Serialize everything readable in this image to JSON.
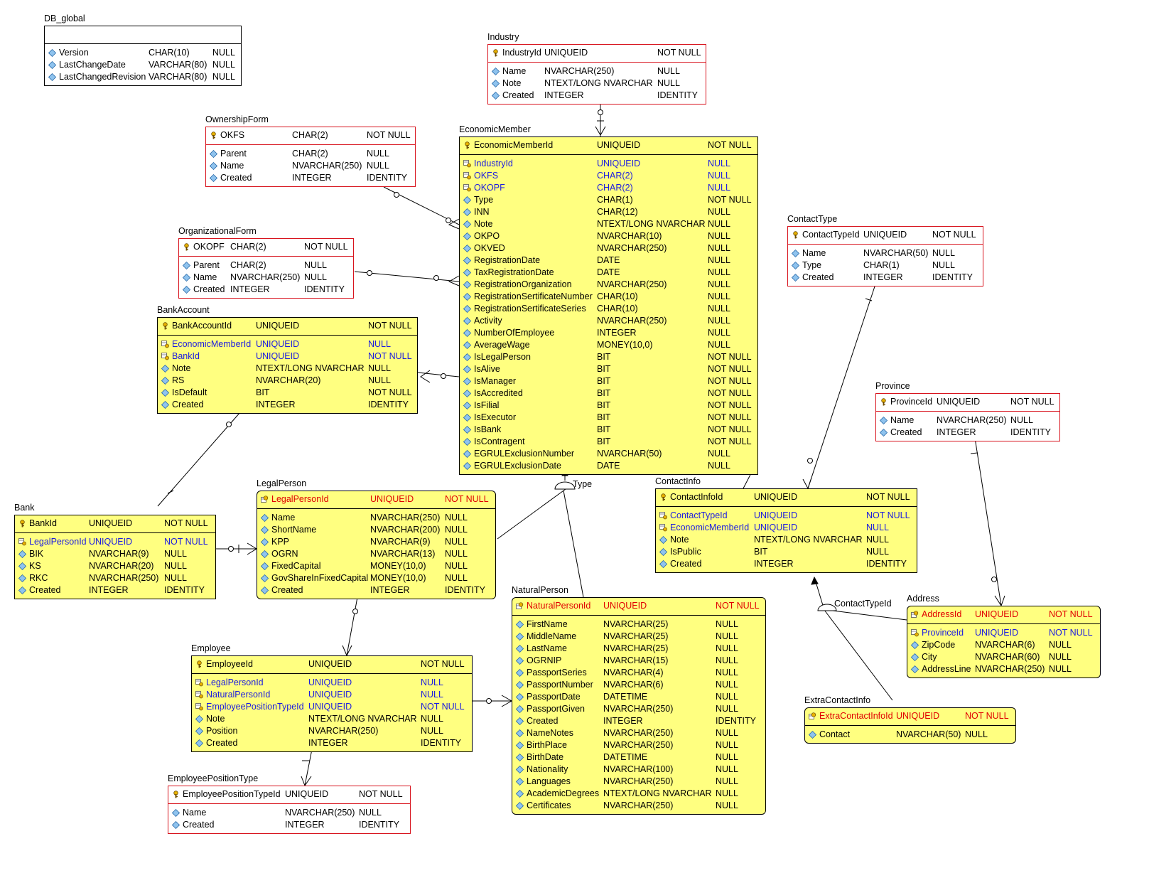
{
  "colors": {
    "yellow": "#ffff80",
    "red_border": "#d8141e",
    "fk_blue": "#1c1ce0",
    "pk_red": "#e00000"
  },
  "relation_labels": {
    "type": "Type",
    "contact_type_id": "ContactTypeId"
  },
  "tables": {
    "db_global": {
      "name": "DB_global",
      "pk": [],
      "fields": [
        {
          "n": "Version",
          "t": "CHAR(10)",
          "nl": "NULL",
          "icon": "attr-icon"
        },
        {
          "n": "LastChangeDate",
          "t": "VARCHAR(80)",
          "nl": "NULL",
          "icon": "attr-icon"
        },
        {
          "n": "LastChangedRevision",
          "t": "VARCHAR(80)",
          "nl": "NULL",
          "icon": "attr-icon"
        }
      ]
    },
    "industry": {
      "name": "Industry",
      "pk": [
        {
          "n": "IndustryId",
          "t": "UNIQUEID",
          "nl": "NOT NULL",
          "icon": "key-icon"
        }
      ],
      "fields": [
        {
          "n": "Name",
          "t": "NVARCHAR(250)",
          "nl": "NULL",
          "icon": "attr-icon"
        },
        {
          "n": "Note",
          "t": "NTEXT/LONG NVARCHAR",
          "nl": "NULL",
          "icon": "attr-icon"
        },
        {
          "n": "Created",
          "t": "INTEGER",
          "nl": "IDENTITY",
          "icon": "attr-icon"
        }
      ]
    },
    "ownership_form": {
      "name": "OwnershipForm",
      "pk": [
        {
          "n": "OKFS",
          "t": "CHAR(2)",
          "nl": "NOT NULL",
          "icon": "key-icon"
        }
      ],
      "fields": [
        {
          "n": "Parent",
          "t": "CHAR(2)",
          "nl": "NULL",
          "icon": "attr-icon"
        },
        {
          "n": "Name",
          "t": "NVARCHAR(250)",
          "nl": "NULL",
          "icon": "attr-icon"
        },
        {
          "n": "Created",
          "t": "INTEGER",
          "nl": "IDENTITY",
          "icon": "attr-icon"
        }
      ]
    },
    "organizational_form": {
      "name": "OrganizationalForm",
      "pk": [
        {
          "n": "OKOPF",
          "t": "CHAR(2)",
          "nl": "NOT NULL",
          "icon": "key-icon"
        }
      ],
      "fields": [
        {
          "n": "Parent",
          "t": "CHAR(2)",
          "nl": "NULL",
          "icon": "attr-icon"
        },
        {
          "n": "Name",
          "t": "NVARCHAR(250)",
          "nl": "NULL",
          "icon": "attr-icon"
        },
        {
          "n": "Created",
          "t": "INTEGER",
          "nl": "IDENTITY",
          "icon": "attr-icon"
        }
      ]
    },
    "bank_account": {
      "name": "BankAccount",
      "pk": [
        {
          "n": "BankAccountId",
          "t": "UNIQUEID",
          "nl": "NOT NULL",
          "icon": "key-icon"
        }
      ],
      "fields": [
        {
          "n": "EconomicMemberId",
          "t": "UNIQUEID",
          "nl": "NULL",
          "icon": "fk-icon",
          "c": "blue"
        },
        {
          "n": "BankId",
          "t": "UNIQUEID",
          "nl": "NOT NULL",
          "icon": "fk-icon",
          "c": "blue"
        },
        {
          "n": "Note",
          "t": "NTEXT/LONG NVARCHAR",
          "nl": "NULL",
          "icon": "attr-icon"
        },
        {
          "n": "RS",
          "t": "NVARCHAR(20)",
          "nl": "NULL",
          "icon": "attr-icon"
        },
        {
          "n": "IsDefault",
          "t": "BIT",
          "nl": "NOT NULL",
          "icon": "attr-icon"
        },
        {
          "n": "Created",
          "t": "INTEGER",
          "nl": "IDENTITY",
          "icon": "attr-icon"
        }
      ]
    },
    "economic_member": {
      "name": "EconomicMember",
      "pk": [
        {
          "n": "EconomicMemberId",
          "t": "UNIQUEID",
          "nl": "NOT NULL",
          "icon": "key-icon"
        }
      ],
      "fields": [
        {
          "n": "IndustryId",
          "t": "UNIQUEID",
          "nl": "NULL",
          "icon": "fk-icon",
          "c": "blue"
        },
        {
          "n": "OKFS",
          "t": "CHAR(2)",
          "nl": "NULL",
          "icon": "fk-icon",
          "c": "blue"
        },
        {
          "n": "OKOPF",
          "t": "CHAR(2)",
          "nl": "NULL",
          "icon": "fk-icon",
          "c": "blue"
        },
        {
          "n": "Type",
          "t": "CHAR(1)",
          "nl": "NOT NULL",
          "icon": "attr-icon"
        },
        {
          "n": "INN",
          "t": "CHAR(12)",
          "nl": "NULL",
          "icon": "attr-icon"
        },
        {
          "n": "Note",
          "t": "NTEXT/LONG NVARCHAR",
          "nl": "NULL",
          "icon": "attr-icon"
        },
        {
          "n": "OKPO",
          "t": "NVARCHAR(10)",
          "nl": "NULL",
          "icon": "attr-icon"
        },
        {
          "n": "OKVED",
          "t": "NVARCHAR(250)",
          "nl": "NULL",
          "icon": "attr-icon"
        },
        {
          "n": "RegistrationDate",
          "t": "DATE",
          "nl": "NULL",
          "icon": "attr-icon"
        },
        {
          "n": "TaxRegistrationDate",
          "t": "DATE",
          "nl": "NULL",
          "icon": "attr-icon"
        },
        {
          "n": "RegistrationOrganization",
          "t": "NVARCHAR(250)",
          "nl": "NULL",
          "icon": "attr-icon"
        },
        {
          "n": "RegistrationSertificateNumber",
          "t": "CHAR(10)",
          "nl": "NULL",
          "icon": "attr-icon"
        },
        {
          "n": "RegistrationSertificateSeries",
          "t": "CHAR(10)",
          "nl": "NULL",
          "icon": "attr-icon"
        },
        {
          "n": "Activity",
          "t": "NVARCHAR(250)",
          "nl": "NULL",
          "icon": "attr-icon"
        },
        {
          "n": "NumberOfEmployee",
          "t": "INTEGER",
          "nl": "NULL",
          "icon": "attr-icon"
        },
        {
          "n": "AverageWage",
          "t": "MONEY(10,0)",
          "nl": "NULL",
          "icon": "attr-icon"
        },
        {
          "n": "IsLegalPerson",
          "t": "BIT",
          "nl": "NOT NULL",
          "icon": "attr-icon"
        },
        {
          "n": "IsAlive",
          "t": "BIT",
          "nl": "NOT NULL",
          "icon": "attr-icon"
        },
        {
          "n": "IsManager",
          "t": "BIT",
          "nl": "NOT NULL",
          "icon": "attr-icon"
        },
        {
          "n": "IsAccredited",
          "t": "BIT",
          "nl": "NOT NULL",
          "icon": "attr-icon"
        },
        {
          "n": "IsFilial",
          "t": "BIT",
          "nl": "NOT NULL",
          "icon": "attr-icon"
        },
        {
          "n": "IsExecutor",
          "t": "BIT",
          "nl": "NOT NULL",
          "icon": "attr-icon"
        },
        {
          "n": "IsBank",
          "t": "BIT",
          "nl": "NOT NULL",
          "icon": "attr-icon"
        },
        {
          "n": "IsContragent",
          "t": "BIT",
          "nl": "NOT NULL",
          "icon": "attr-icon"
        },
        {
          "n": "EGRULExclusionNumber",
          "t": "NVARCHAR(50)",
          "nl": "NULL",
          "icon": "attr-icon"
        },
        {
          "n": "EGRULExclusionDate",
          "t": "DATE",
          "nl": "NULL",
          "icon": "attr-icon"
        }
      ]
    },
    "contact_type": {
      "name": "ContactType",
      "pk": [
        {
          "n": "ContactTypeId",
          "t": "UNIQUEID",
          "nl": "NOT NULL",
          "icon": "key-icon"
        }
      ],
      "fields": [
        {
          "n": "Name",
          "t": "NVARCHAR(50)",
          "nl": "NULL",
          "icon": "attr-icon"
        },
        {
          "n": "Type",
          "t": "CHAR(1)",
          "nl": "NULL",
          "icon": "attr-icon"
        },
        {
          "n": "Created",
          "t": "INTEGER",
          "nl": "IDENTITY",
          "icon": "attr-icon"
        }
      ]
    },
    "province": {
      "name": "Province",
      "pk": [
        {
          "n": "ProvinceId",
          "t": "UNIQUEID",
          "nl": "NOT NULL",
          "icon": "key-icon"
        }
      ],
      "fields": [
        {
          "n": "Name",
          "t": "NVARCHAR(250)",
          "nl": "NULL",
          "icon": "attr-icon"
        },
        {
          "n": "Created",
          "t": "INTEGER",
          "nl": "IDENTITY",
          "icon": "attr-icon"
        }
      ]
    },
    "bank": {
      "name": "Bank",
      "pk": [
        {
          "n": "BankId",
          "t": "UNIQUEID",
          "nl": "NOT NULL",
          "icon": "key-icon"
        }
      ],
      "fields": [
        {
          "n": "LegalPersonId",
          "t": "UNIQUEID",
          "nl": "NOT NULL",
          "icon": "fk-icon",
          "c": "blue"
        },
        {
          "n": "BIK",
          "t": "NVARCHAR(9)",
          "nl": "NULL",
          "icon": "attr-icon"
        },
        {
          "n": "KS",
          "t": "NVARCHAR(20)",
          "nl": "NULL",
          "icon": "attr-icon"
        },
        {
          "n": "RKC",
          "t": "NVARCHAR(250)",
          "nl": "NULL",
          "icon": "attr-icon"
        },
        {
          "n": "Created",
          "t": "INTEGER",
          "nl": "IDENTITY",
          "icon": "attr-icon"
        }
      ]
    },
    "legal_person": {
      "name": "LegalPerson",
      "pk": [
        {
          "n": "LegalPersonId",
          "t": "UNIQUEID",
          "nl": "NOT NULL",
          "icon": "pkfk-icon",
          "c": "red"
        }
      ],
      "fields": [
        {
          "n": "Name",
          "t": "NVARCHAR(250)",
          "nl": "NULL",
          "icon": "attr-icon"
        },
        {
          "n": "ShortName",
          "t": "NVARCHAR(200)",
          "nl": "NULL",
          "icon": "attr-icon"
        },
        {
          "n": "KPP",
          "t": "NVARCHAR(9)",
          "nl": "NULL",
          "icon": "attr-icon"
        },
        {
          "n": "OGRN",
          "t": "NVARCHAR(13)",
          "nl": "NULL",
          "icon": "attr-icon"
        },
        {
          "n": "FixedCapital",
          "t": "MONEY(10,0)",
          "nl": "NULL",
          "icon": "attr-icon"
        },
        {
          "n": "GovShareInFixedCapital",
          "t": "MONEY(10,0)",
          "nl": "NULL",
          "icon": "attr-icon"
        },
        {
          "n": "Created",
          "t": "INTEGER",
          "nl": "IDENTITY",
          "icon": "attr-icon"
        }
      ]
    },
    "contact_info": {
      "name": "ContactInfo",
      "pk": [
        {
          "n": "ContactInfoId",
          "t": "UNIQUEID",
          "nl": "NOT NULL",
          "icon": "key-icon"
        }
      ],
      "fields": [
        {
          "n": "ContactTypeId",
          "t": "UNIQUEID",
          "nl": "NOT NULL",
          "icon": "fk-icon",
          "c": "blue"
        },
        {
          "n": "EconomicMemberId",
          "t": "UNIQUEID",
          "nl": "NULL",
          "icon": "fk-icon",
          "c": "blue"
        },
        {
          "n": "Note",
          "t": "NTEXT/LONG NVARCHAR",
          "nl": "NULL",
          "icon": "attr-icon"
        },
        {
          "n": "IsPublic",
          "t": "BIT",
          "nl": "NULL",
          "icon": "attr-icon"
        },
        {
          "n": "Created",
          "t": "INTEGER",
          "nl": "IDENTITY",
          "icon": "attr-icon"
        }
      ]
    },
    "natural_person": {
      "name": "NaturalPerson",
      "pk": [
        {
          "n": "NaturalPersonId",
          "t": "UNIQUEID",
          "nl": "NOT NULL",
          "icon": "pkfk-icon",
          "c": "red"
        }
      ],
      "fields": [
        {
          "n": "FirstName",
          "t": "NVARCHAR(25)",
          "nl": "NULL",
          "icon": "attr-icon"
        },
        {
          "n": "MiddleName",
          "t": "NVARCHAR(25)",
          "nl": "NULL",
          "icon": "attr-icon"
        },
        {
          "n": "LastName",
          "t": "NVARCHAR(25)",
          "nl": "NULL",
          "icon": "attr-icon"
        },
        {
          "n": "OGRNIP",
          "t": "NVARCHAR(15)",
          "nl": "NULL",
          "icon": "attr-icon"
        },
        {
          "n": "PassportSeries",
          "t": "NVARCHAR(4)",
          "nl": "NULL",
          "icon": "attr-icon"
        },
        {
          "n": "PassportNumber",
          "t": "NVARCHAR(6)",
          "nl": "NULL",
          "icon": "attr-icon"
        },
        {
          "n": "PassportDate",
          "t": "DATETIME",
          "nl": "NULL",
          "icon": "attr-icon"
        },
        {
          "n": "PassportGiven",
          "t": "NVARCHAR(250)",
          "nl": "NULL",
          "icon": "attr-icon"
        },
        {
          "n": "Created",
          "t": "INTEGER",
          "nl": "IDENTITY",
          "icon": "attr-icon"
        },
        {
          "n": "NameNotes",
          "t": "NVARCHAR(250)",
          "nl": "NULL",
          "icon": "attr-icon"
        },
        {
          "n": "BirthPlace",
          "t": "NVARCHAR(250)",
          "nl": "NULL",
          "icon": "attr-icon"
        },
        {
          "n": "BirthDate",
          "t": "DATETIME",
          "nl": "NULL",
          "icon": "attr-icon"
        },
        {
          "n": "Nationality",
          "t": "NVARCHAR(100)",
          "nl": "NULL",
          "icon": "attr-icon"
        },
        {
          "n": "Languages",
          "t": "NVARCHAR(250)",
          "nl": "NULL",
          "icon": "attr-icon"
        },
        {
          "n": "AcademicDegrees",
          "t": "NTEXT/LONG NVARCHAR",
          "nl": "NULL",
          "icon": "attr-icon"
        },
        {
          "n": "Certificates",
          "t": "NVARCHAR(250)",
          "nl": "NULL",
          "icon": "attr-icon"
        }
      ]
    },
    "address": {
      "name": "Address",
      "pk": [
        {
          "n": "AddressId",
          "t": "UNIQUEID",
          "nl": "NOT NULL",
          "icon": "pkfk-icon",
          "c": "red"
        }
      ],
      "fields": [
        {
          "n": "ProvinceId",
          "t": "UNIQUEID",
          "nl": "NOT NULL",
          "icon": "fk-icon",
          "c": "blue"
        },
        {
          "n": "ZipCode",
          "t": "NVARCHAR(6)",
          "nl": "NULL",
          "icon": "attr-icon"
        },
        {
          "n": "City",
          "t": "NVARCHAR(60)",
          "nl": "NULL",
          "icon": "attr-icon"
        },
        {
          "n": "AddressLine",
          "t": "NVARCHAR(250)",
          "nl": "NULL",
          "icon": "attr-icon"
        }
      ]
    },
    "employee": {
      "name": "Employee",
      "pk": [
        {
          "n": "EmployeeId",
          "t": "UNIQUEID",
          "nl": "NOT NULL",
          "icon": "key-icon"
        }
      ],
      "fields": [
        {
          "n": "LegalPersonId",
          "t": "UNIQUEID",
          "nl": "NULL",
          "icon": "fk-icon",
          "c": "blue"
        },
        {
          "n": "NaturalPersonId",
          "t": "UNIQUEID",
          "nl": "NULL",
          "icon": "fk-icon",
          "c": "blue"
        },
        {
          "n": "EmployeePositionTypeId",
          "t": "UNIQUEID",
          "nl": "NOT NULL",
          "icon": "fk-icon",
          "c": "blue"
        },
        {
          "n": "Note",
          "t": "NTEXT/LONG NVARCHAR",
          "nl": "NULL",
          "icon": "attr-icon"
        },
        {
          "n": "Position",
          "t": "NVARCHAR(250)",
          "nl": "NULL",
          "icon": "attr-icon"
        },
        {
          "n": "Created",
          "t": "INTEGER",
          "nl": "IDENTITY",
          "icon": "attr-icon"
        }
      ]
    },
    "extra_contact_info": {
      "name": "ExtraContactInfo",
      "pk": [
        {
          "n": "ExtraContactInfoId",
          "t": "UNIQUEID",
          "nl": "NOT NULL",
          "icon": "pkfk-icon",
          "c": "red"
        }
      ],
      "fields": [
        {
          "n": "Contact",
          "t": "NVARCHAR(50)",
          "nl": "NULL",
          "icon": "attr-icon"
        }
      ]
    },
    "employee_position_type": {
      "name": "EmployeePositionType",
      "pk": [
        {
          "n": "EmployeePositionTypeId",
          "t": "UNIQUEID",
          "nl": "NOT NULL",
          "icon": "key-icon"
        }
      ],
      "fields": [
        {
          "n": "Name",
          "t": "NVARCHAR(250)",
          "nl": "NULL",
          "icon": "attr-icon"
        },
        {
          "n": "Created",
          "t": "INTEGER",
          "nl": "IDENTITY",
          "icon": "attr-icon"
        }
      ]
    }
  }
}
